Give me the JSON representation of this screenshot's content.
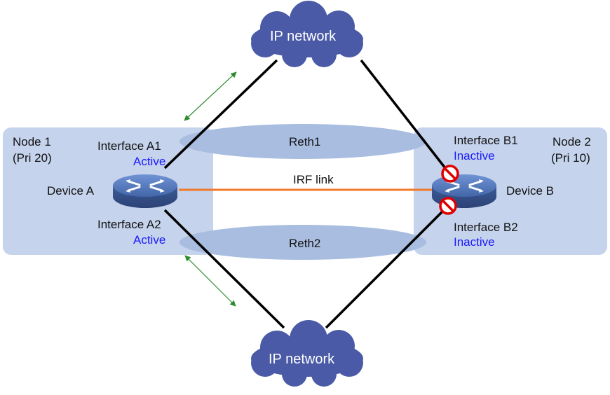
{
  "colors": {
    "node_panel": "#c5d3ec",
    "reth_ellipse": "#a9bde0",
    "cloud": "#4a5aa6",
    "device": "#4f73b6",
    "irf_link": "#f07a2a",
    "arrow": "#2e8b2e",
    "status_text": "#1a1aff",
    "block_icon": "#e00000",
    "link": "#000000"
  },
  "clouds": {
    "top": {
      "label": "IP network",
      "icon": "cloud-icon"
    },
    "bottom": {
      "label": "IP network",
      "icon": "cloud-icon"
    }
  },
  "nodes": {
    "node1": {
      "name": "Node 1",
      "priority": "(Pri 20)"
    },
    "node2": {
      "name": "Node 2",
      "priority": "(Pri 10)"
    }
  },
  "devices": {
    "a": {
      "label": "Device A",
      "icon": "router-icon"
    },
    "b": {
      "label": "Device B",
      "icon": "router-icon"
    }
  },
  "interfaces": {
    "a1": {
      "name": "Interface A1",
      "status": "Active"
    },
    "a2": {
      "name": "Interface A2",
      "status": "Active"
    },
    "b1": {
      "name": "Interface B1",
      "status": "Inactive",
      "icon": "blocked-icon"
    },
    "b2": {
      "name": "Interface B2",
      "status": "Inactive",
      "icon": "blocked-icon"
    }
  },
  "reth": {
    "reth1": "Reth1",
    "reth2": "Reth2"
  },
  "irf_link": {
    "label": "IRF link"
  },
  "traffic_arrows": {
    "icon": "double-arrow-icon"
  }
}
